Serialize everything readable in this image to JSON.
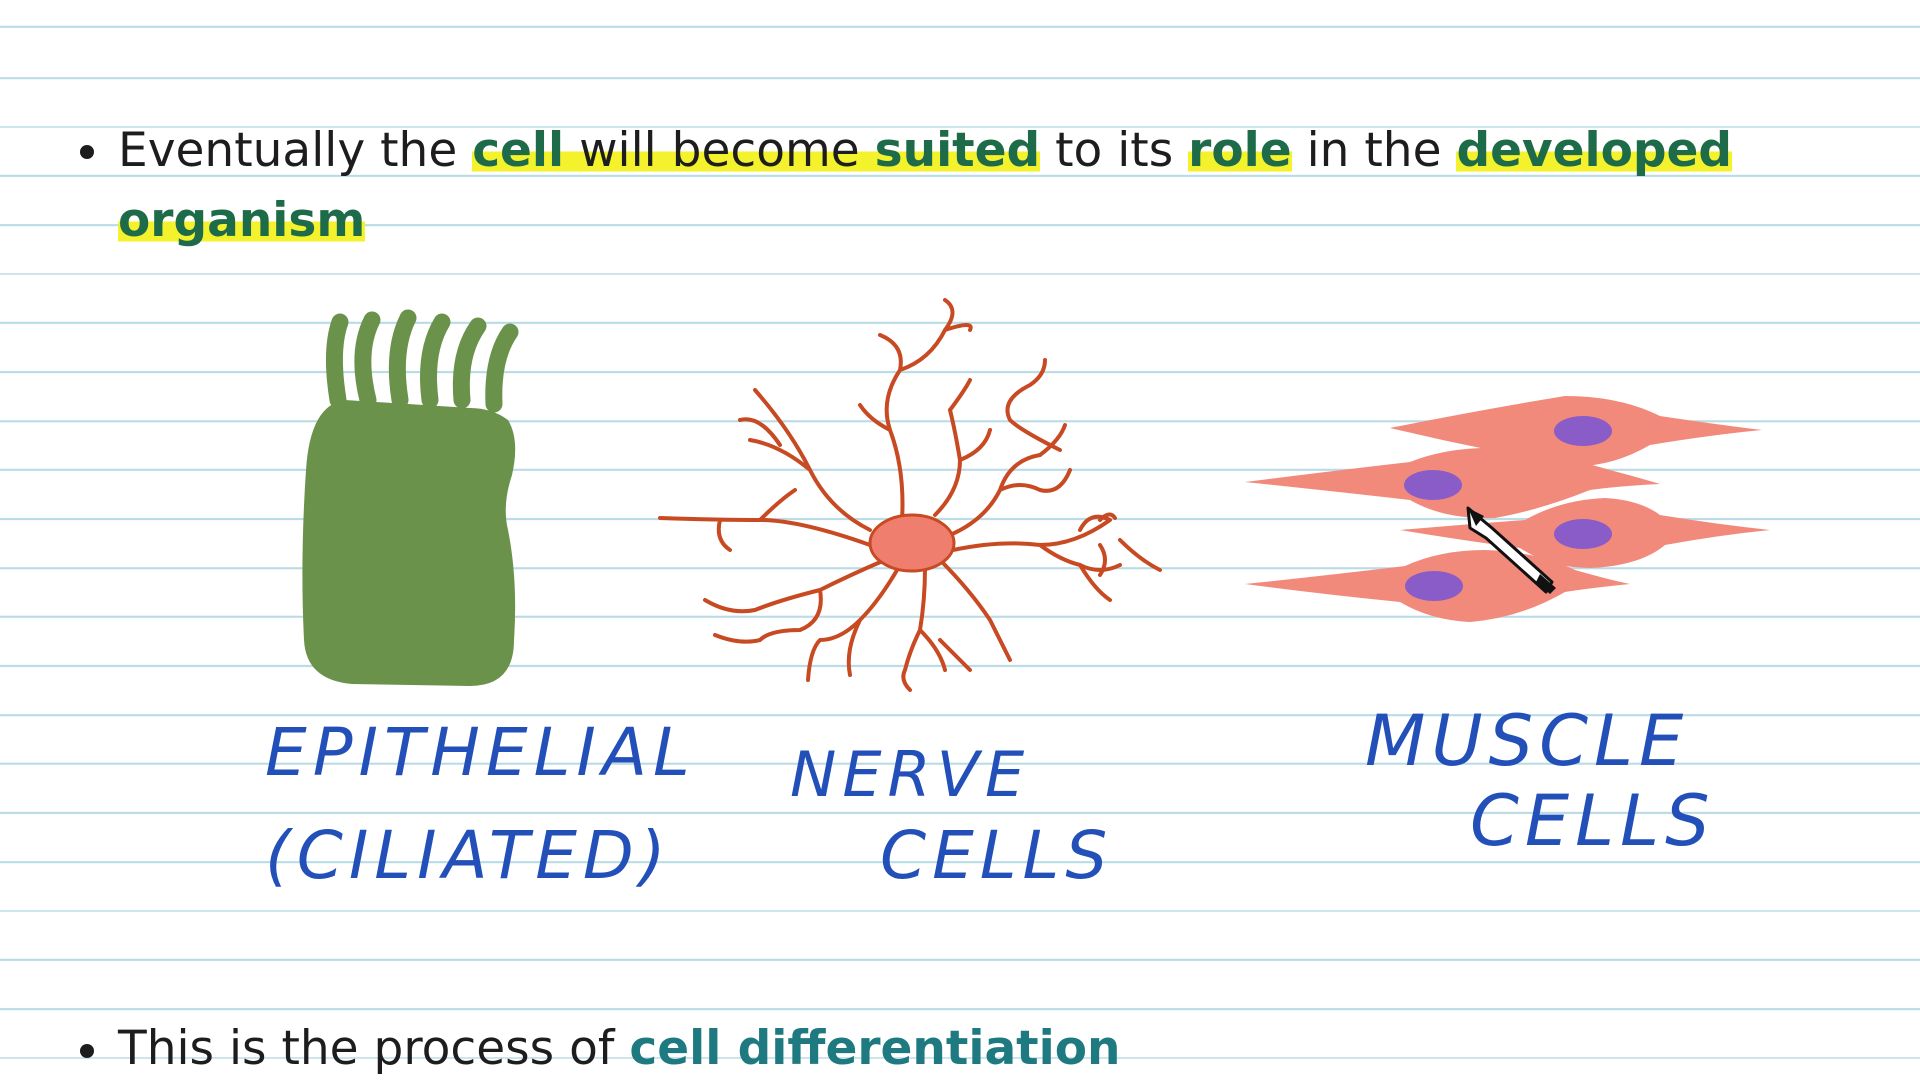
{
  "bullets": {
    "first": {
      "t1": "Eventually the ",
      "k1": "cell",
      "t2": " will become ",
      "k2": "suited",
      "t3": " to its ",
      "k3": "role",
      "t4": " in the ",
      "k4": "developed organism"
    },
    "second": {
      "t1": "This is the process of ",
      "k1": "cell differentiation"
    }
  },
  "labels": {
    "epithelial_line1": "EPITHELIAL",
    "epithelial_line2": "(CILIATED)",
    "nerve_line1": "NERVE",
    "nerve_line2": "CELLS",
    "muscle_line1": "MUSCLE",
    "muscle_line2": "CELLS"
  },
  "colors": {
    "epithelial_fill": "#6b924a",
    "nerve_stroke": "#c84a22",
    "nerve_body": "#f07e6e",
    "muscle_fill": "#f28a7c",
    "muscle_nucleus": "#8a5cc8",
    "label_ink": "#2350b8",
    "highlight": "#f4f22c",
    "keyword": "#1e6b4a"
  },
  "icons": {
    "cursor": "pen-cursor-icon"
  }
}
